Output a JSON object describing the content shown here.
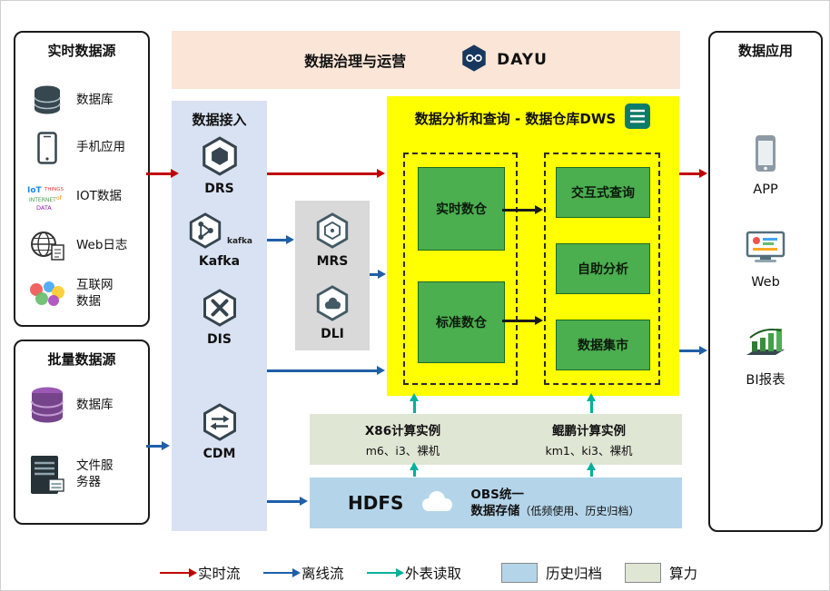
{
  "colors": {
    "realtime_flow": "#c00000",
    "offline_flow": "#1f5fa8",
    "external_table_read": "#00b09b",
    "history_archive": "#b4d5e9",
    "compute_power": "#dfe6d4",
    "governance_panel": "#fbe5d6",
    "ingest_panel": "#d9e2f3",
    "dws_panel": "#ffff00",
    "warehouse_green": "#4bae4f",
    "processing_panel": "#d9d9d9"
  },
  "realtime_sources": {
    "title": "实时数据源",
    "items": [
      {
        "label": "数据库",
        "icon": "database-icon"
      },
      {
        "label": "手机应用",
        "icon": "mobile-phone-icon"
      },
      {
        "label": "IOT数据",
        "icon": "iot-wordcloud-icon"
      },
      {
        "label": "Web日志",
        "icon": "globe-log-icon"
      },
      {
        "label": "互联网数据",
        "icon": "internet-collage-icon"
      }
    ]
  },
  "batch_sources": {
    "title": "批量数据源",
    "items": [
      {
        "label": "数据库",
        "icon": "purple-database-icon"
      },
      {
        "label": "文件服务器",
        "icon": "file-server-icon"
      }
    ]
  },
  "governance": {
    "title": "数据治理与运营",
    "product_name": "DAYU",
    "icon": "dayu-hexagon-icon"
  },
  "ingest": {
    "title": "数据接入",
    "services": [
      {
        "label": "DRS",
        "icon": "drs-hexagon-icon"
      },
      {
        "label": "Kafka",
        "icon": "kafka-hexagon-icon",
        "logo_text": "kafka"
      },
      {
        "label": "DIS",
        "icon": "dis-hexagon-icon"
      },
      {
        "label": "CDM",
        "icon": "cdm-hexagon-icon"
      }
    ]
  },
  "processing": {
    "services": [
      {
        "label": "MRS",
        "icon": "mrs-hexagon-icon"
      },
      {
        "label": "DLI",
        "icon": "dli-hexagon-icon"
      }
    ]
  },
  "dws": {
    "title": "数据分析和查询 - 数据仓库DWS",
    "icon": "document-lines-icon",
    "warehouse_group": [
      "实时数仓",
      "标准数仓"
    ],
    "analysis_group": [
      "交互式查询",
      "自助分析",
      "数据集市"
    ]
  },
  "compute": {
    "x86": {
      "title": "X86计算实例",
      "detail": "m6、i3、裸机"
    },
    "kunpeng": {
      "title": "鲲鹏计算实例",
      "detail": "km1、ki3、裸机"
    }
  },
  "storage": {
    "hdfs_label": "HDFS",
    "obs_icon": "cloud-icon",
    "obs_line1": "OBS统一",
    "obs_line2": "数据存储",
    "obs_note": "（低频使用、历史归档）"
  },
  "applications": {
    "title": "数据应用",
    "items": [
      {
        "label": "APP",
        "icon": "smartphone-icon"
      },
      {
        "label": "Web",
        "icon": "web-dashboard-icon"
      },
      {
        "label": "BI报表",
        "icon": "bi-chart-icon"
      }
    ]
  },
  "legend": {
    "realtime": {
      "label": "实时流",
      "color": "#c00000"
    },
    "offline": {
      "label": "离线流",
      "color": "#1f5fa8"
    },
    "external": {
      "label": "外表读取",
      "color": "#00b09b"
    },
    "archive": {
      "label": "历史归档",
      "color": "#b4d5e9"
    },
    "compute": {
      "label": "算力",
      "color": "#dfe6d4"
    }
  }
}
